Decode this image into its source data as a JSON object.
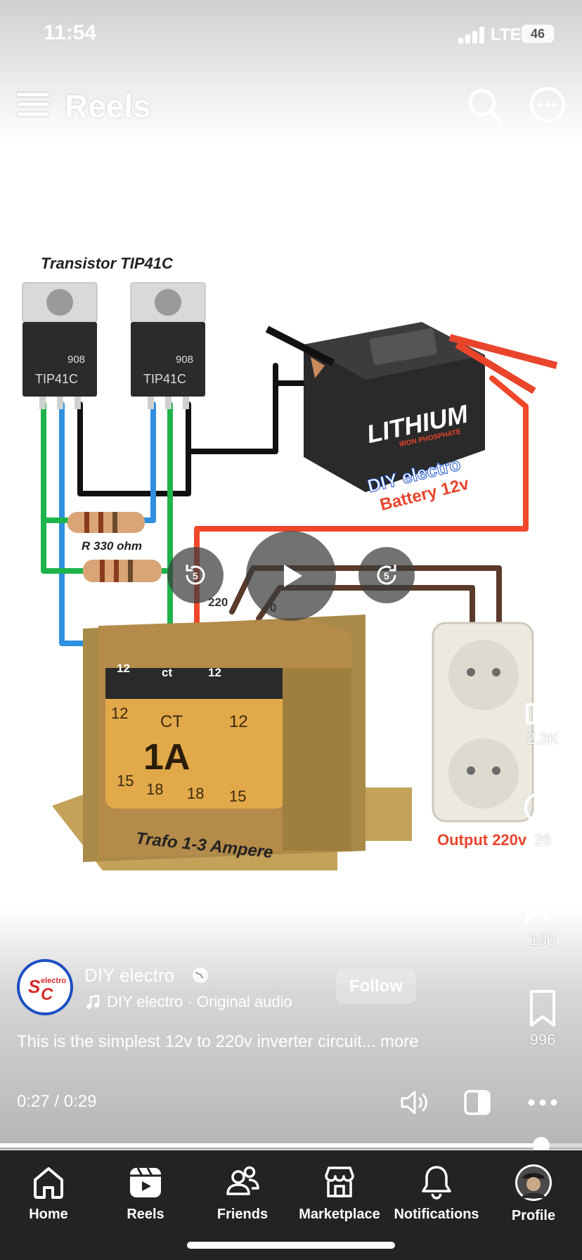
{
  "status_bar": {
    "time": "11:54",
    "network": "LTE",
    "battery": "46"
  },
  "header": {
    "title": "Reels"
  },
  "diagram": {
    "transistor_title": "Transistor TIP41C",
    "transistor_marking": "TIP41C",
    "transistor_code": "908",
    "resistor_label": "R 330 ohm",
    "battery_brand": "LITHIUM",
    "battery_sub": "IRON PHOSPHATE",
    "battery_page": "DIY electro",
    "battery_label": "Battery 12v",
    "trafo_rating": "1A",
    "trafo_ct": "CT",
    "trafo_left_top": "12",
    "trafo_right_top": "12",
    "trafo_bottom_1": "15",
    "trafo_bottom_2": "18",
    "trafo_bottom_3": "18",
    "trafo_bottom_4": "15",
    "tap_12_left": "12",
    "tap_ct": "ct",
    "tap_12_right": "12",
    "tap_220": "220",
    "tap_0": "0",
    "trafo_label": "Trafo 1-3 Ampere",
    "output_label": "Output 220v",
    "logo_text": "SC electro"
  },
  "player": {
    "rewind_seconds": "5",
    "forward_seconds": "5"
  },
  "actions": {
    "likes": "2.3K",
    "comments": "26",
    "shares": "150",
    "saves": "996"
  },
  "post": {
    "author": "DIY electro",
    "audio": "DIY electro · Original audio",
    "follow_label": "Follow",
    "caption": "This is the simplest 12v to 220v inverter circuit...",
    "more_label": "more"
  },
  "playback": {
    "current": "0:27",
    "separator": " / ",
    "duration": "0:29",
    "progress": 0.93
  },
  "nav": {
    "items": [
      "Home",
      "Reels",
      "Friends",
      "Marketplace",
      "Notifications",
      "Profile"
    ]
  },
  "colors": {
    "nav_bg": "#232326",
    "wire_red": "#f0472b",
    "wire_blue": "#2f8fe0",
    "wire_green": "#1fb34c",
    "facebook_blue": "#1a4fc4"
  }
}
